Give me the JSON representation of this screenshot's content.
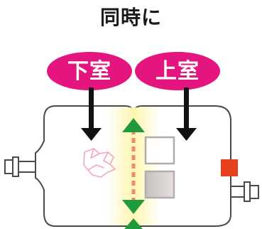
{
  "title": "同時に",
  "chambers": {
    "lower_label": "下室",
    "upper_label": "上室"
  },
  "colors": {
    "bubble": "#e4157f",
    "arrow_green": "#1f9a3c",
    "divider_dash": "#ec8a7a",
    "glow": "#fff6b0",
    "bag_outline": "#4a4a4a",
    "port_red": "#e8401c",
    "powder_pink": "#f3a6c4"
  },
  "icons": [
    "pressing-hand-icon",
    "down-arrow-icon",
    "double-arrow-icon",
    "connector-port-icon"
  ]
}
